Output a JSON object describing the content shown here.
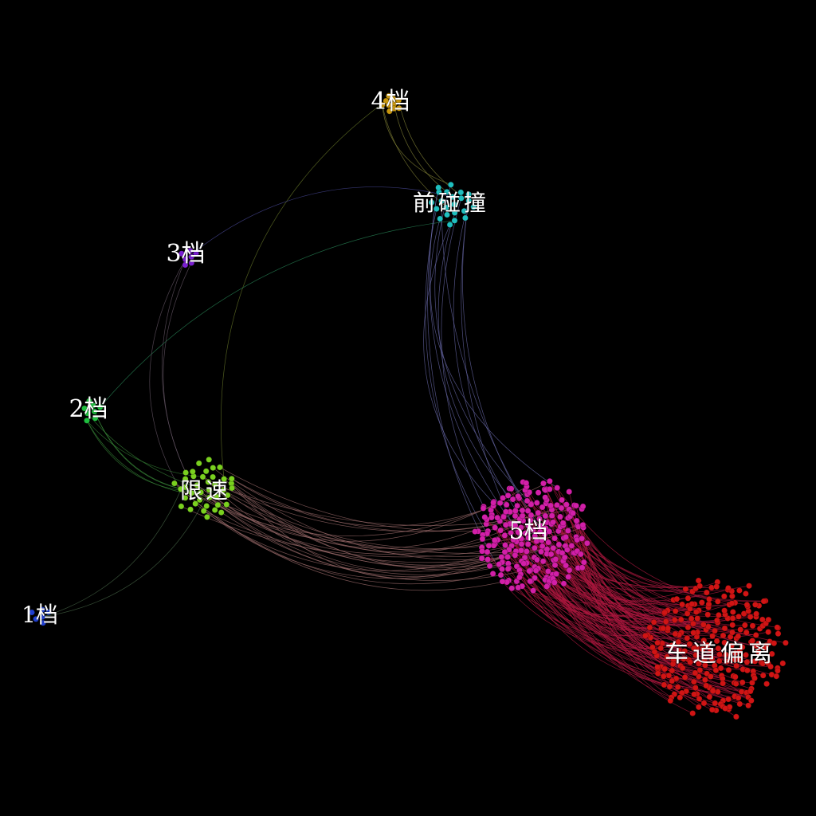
{
  "background": "#000000",
  "clusters": [
    {
      "id": "c4",
      "label": "4档",
      "color": "#c8960c",
      "count": 10
    },
    {
      "id": "front",
      "label": "前碰撞",
      "color": "#1fbfbf",
      "count": 22
    },
    {
      "id": "c3",
      "label": "3档",
      "color": "#7a1fd0",
      "count": 7
    },
    {
      "id": "c2",
      "label": "2档",
      "color": "#1fbf3f",
      "count": 8
    },
    {
      "id": "limit",
      "label": "限速",
      "color": "#7ad01f",
      "count": 40
    },
    {
      "id": "c1",
      "label": "1档",
      "color": "#1f3fd0",
      "count": 6
    },
    {
      "id": "c5",
      "label": "5档",
      "color": "#d21fa8",
      "count": 230
    },
    {
      "id": "lane",
      "label": "车道偏离",
      "color": "#d01414",
      "count": 260
    }
  ],
  "links": [
    {
      "from": "c4",
      "to": "front",
      "count": 4,
      "color": "#8a8a3a"
    },
    {
      "from": "c4",
      "to": "limit",
      "count": 1,
      "color": "#6a7a2a"
    },
    {
      "from": "front",
      "to": "c3",
      "count": 1,
      "color": "#4a4a9a"
    },
    {
      "from": "front",
      "to": "c2",
      "count": 1,
      "color": "#2a8a5a"
    },
    {
      "from": "front",
      "to": "c5",
      "count": 12,
      "color": "#6a6aaa"
    },
    {
      "from": "c3",
      "to": "limit",
      "count": 3,
      "color": "#6a5a6a"
    },
    {
      "from": "c2",
      "to": "limit",
      "count": 6,
      "color": "#3a8a3a"
    },
    {
      "from": "c1",
      "to": "limit",
      "count": 2,
      "color": "#4a6a4a"
    },
    {
      "from": "limit",
      "to": "c5",
      "count": 30,
      "color": "#9a6a6a"
    },
    {
      "from": "c5",
      "to": "lane",
      "count": 140,
      "color": "#b01840"
    }
  ]
}
